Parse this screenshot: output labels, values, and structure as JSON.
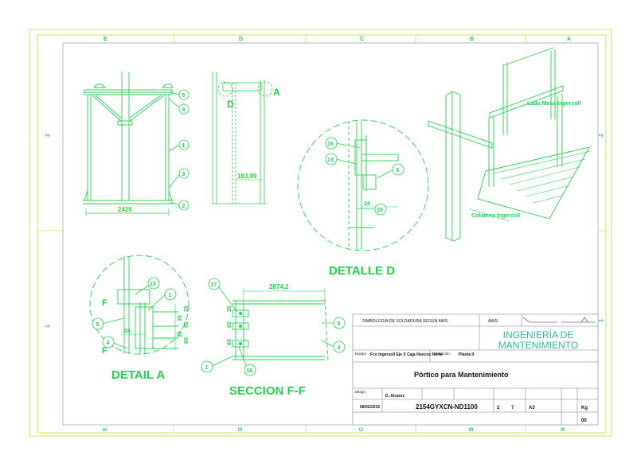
{
  "zones": {
    "top": [
      "E",
      "D",
      "C",
      "B",
      "A"
    ],
    "bottom": [
      "E",
      "D",
      "C",
      "B",
      "A"
    ],
    "left": [
      "2",
      "1"
    ],
    "right": [
      "2",
      "1"
    ]
  },
  "view_front": {
    "dim_width": "2426",
    "balloons": [
      "5",
      "4",
      "1",
      "3",
      "2"
    ]
  },
  "view_side": {
    "dim": "183,99",
    "label_d": "D",
    "label_a": "A"
  },
  "detail_d": {
    "title": "DETALLE D",
    "balloons": [
      "16",
      "13",
      "6",
      "15"
    ],
    "dim": "24"
  },
  "detail_a": {
    "title": "DETAIL A",
    "label_f1": "F",
    "label_f2": "F",
    "dim_24": "24",
    "dims_vert": [
      "25",
      "65",
      "60",
      "35",
      "35"
    ],
    "balloons": [
      "13",
      "1",
      "5",
      "4"
    ]
  },
  "section_ff": {
    "title": "SECCION F-F",
    "dim_top": "2874,2",
    "dims_left": [
      "60",
      "65",
      "25"
    ],
    "balloons": [
      "17",
      "5",
      "4",
      "1",
      "16"
    ]
  },
  "iso": {
    "label_mesa": "Lado Mesa Ingersoll",
    "label_columna": "Columna Ingersoll"
  },
  "title_block": {
    "weld_symbol_title": "SIMBOLOGIA DE SOLDADURA SEGUN AWS",
    "weld_std": "AWS",
    "dept": "INGENIERÍA DE MANTENIMIENTO",
    "equipo_label": "Equipo",
    "equipo_value": "Fco Ingersoll Eje X Caja Huecos Norte",
    "ubicacion_label": "Ubicación",
    "ubicacion_value": "Planta II",
    "drawing_title": "Pórtico para Mantenimiento",
    "dibujo_label": "Dibujó",
    "dibujo_value": "D. Alvarez",
    "fecha_value": "08/02/2015",
    "plano_no": "2154GYXCN-ND1100",
    "hoja": "2",
    "de": "7",
    "size": "A3",
    "unit": "Kg",
    "rev": "00"
  },
  "colors": {
    "ink": "#22d24a",
    "frame": "#d8e04a",
    "line": "#222222",
    "border": "#9aa6b8"
  }
}
